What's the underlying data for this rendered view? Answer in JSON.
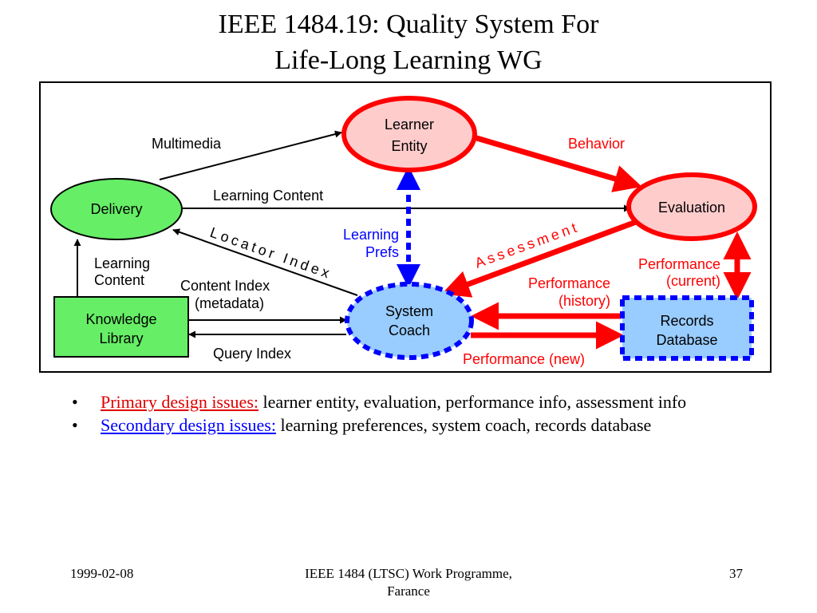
{
  "slide": {
    "title_line1": "IEEE 1484.19: Quality System For",
    "title_line2": "Life-Long Learning WG"
  },
  "diagram": {
    "nodes": {
      "learner_entity": [
        "Learner",
        "Entity"
      ],
      "delivery": "Delivery",
      "evaluation": "Evaluation",
      "system_coach": [
        "System",
        "Coach"
      ],
      "knowledge_library": [
        "Knowledge",
        "Library"
      ],
      "records_database": [
        "Records",
        "Database"
      ]
    },
    "edges": {
      "multimedia": "Multimedia",
      "learning_content_top": "Learning Content",
      "behavior": "Behavior",
      "locator_index": "Locator Index",
      "learning_prefs": [
        "Learning",
        "Prefs"
      ],
      "assessment": "Assessment",
      "learning_content_side": [
        "Learning",
        "Content"
      ],
      "content_index": [
        "Content Index",
        "(metadata)"
      ],
      "query_index": "Query Index",
      "performance_current": [
        "Performance",
        "(current)"
      ],
      "performance_history": [
        "Performance",
        "(history)"
      ],
      "performance_new": "Performance (new)"
    },
    "colors": {
      "red": "#ff0000",
      "blue": "#0000ff",
      "ellipse_pink": "#ffcccc",
      "ellipse_green": "#66ee66",
      "ellipse_blue": "#99ccff",
      "box_green": "#66ee66",
      "box_blue": "#99ccff"
    }
  },
  "bullets": [
    {
      "bullet": "•",
      "highlight": "Primary design issues:",
      "text": " learner entity, evaluation, performance info, assessment info"
    },
    {
      "bullet": "•",
      "highlight": "Secondary design issues:",
      "text": " learning preferences, system coach, records database"
    }
  ],
  "footer": {
    "date": "1999-02-08",
    "center_line1": "IEEE 1484 (LTSC) Work Programme,",
    "center_line2": "Farance",
    "page": "37"
  }
}
